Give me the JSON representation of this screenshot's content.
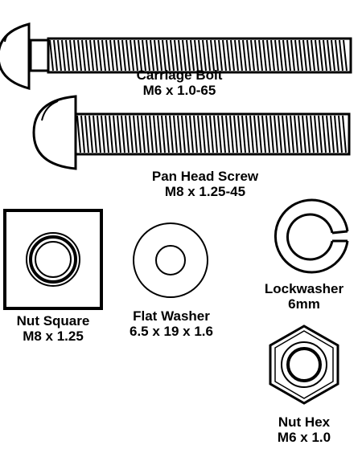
{
  "parts": {
    "carriage_bolt": {
      "name": "Carriage Bolt",
      "spec": "M6 x 1.0-65"
    },
    "pan_head_screw": {
      "name": "Pan Head Screw",
      "spec": "M8 x 1.25-45"
    },
    "nut_square": {
      "name": "Nut Square",
      "spec": "M8 x 1.25"
    },
    "flat_washer": {
      "name": "Flat Washer",
      "spec": "6.5 x 19 x 1.6"
    },
    "lockwasher": {
      "name": "Lockwasher",
      "spec": "6mm"
    },
    "nut_hex": {
      "name": "Nut Hex",
      "spec": "M6 x 1.0"
    }
  }
}
